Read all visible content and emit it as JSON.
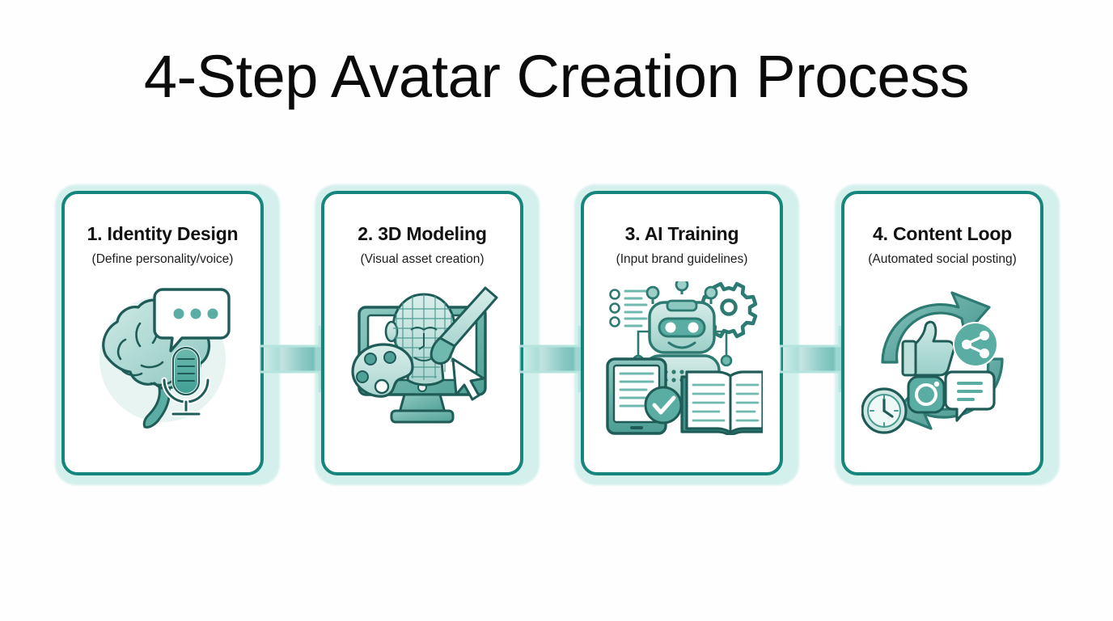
{
  "page": {
    "title": "4-Step Avatar Creation Process",
    "background_color": "#fefefe",
    "accent_color": "#16867d",
    "glow_color": "#b9e8e2",
    "arrow_color": "#2e9f96",
    "title_color": "#0b0b0b"
  },
  "steps": [
    {
      "title": "1. Identity Design",
      "subtitle": "(Define personality/voice)",
      "icon_name": "brain-speech-microphone-icon",
      "icon_parts": [
        "brain",
        "speech-bubble",
        "microphone",
        "dots"
      ]
    },
    {
      "title": "2. 3D Modeling",
      "subtitle": "(Visual asset creation)",
      "icon_name": "monitor-wireframe-head-palette-icon",
      "icon_parts": [
        "monitor",
        "wireframe-head",
        "paint-palette",
        "paint-brush",
        "cursor"
      ]
    },
    {
      "title": "3. AI Training",
      "subtitle": "(Input brand guidelines)",
      "icon_name": "robot-tablet-book-gear-icon",
      "icon_parts": [
        "robot",
        "gear",
        "checklist",
        "tablet-check",
        "open-book"
      ]
    },
    {
      "title": "4. Content Loop",
      "subtitle": "(Automated social posting)",
      "icon_name": "refresh-loop-social-icons",
      "icon_parts": [
        "circular-arrows",
        "thumbs-up",
        "share",
        "camera",
        "chat-bubble",
        "clock"
      ]
    }
  ],
  "connectors": [
    {
      "name": "arrow-step-1-to-2",
      "direction": "right"
    },
    {
      "name": "arrow-step-2-to-3",
      "direction": "right"
    },
    {
      "name": "arrow-step-3-to-4",
      "direction": "right"
    }
  ]
}
